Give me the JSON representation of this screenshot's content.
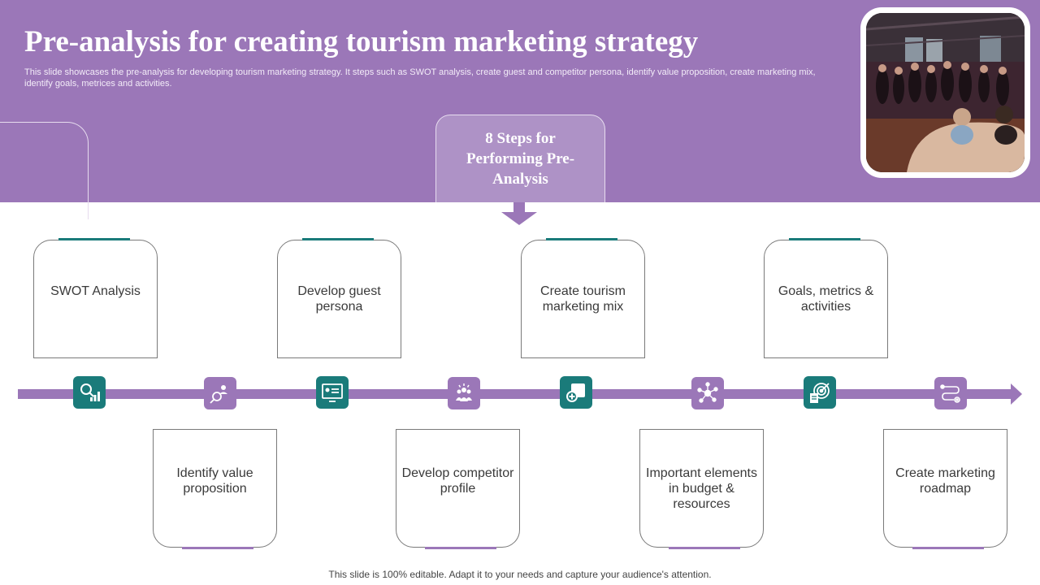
{
  "header": {
    "title": "Pre-analysis for creating tourism marketing strategy",
    "subtitle": "This slide showcases the pre-analysis for developing tourism marketing strategy. It steps such as SWOT analysis, create guest and competitor persona, identify value proposition, create marketing mix, identify goals, metrices and activities."
  },
  "center_label": "8 Steps for Performing Pre-Analysis",
  "steps": [
    {
      "label": "SWOT Analysis",
      "icon": "swot-chart-icon"
    },
    {
      "label": "Identify value proposition",
      "icon": "person-search-icon"
    },
    {
      "label": "Develop guest persona",
      "icon": "profile-card-icon"
    },
    {
      "label": "Develop competitor profile",
      "icon": "team-group-icon"
    },
    {
      "label": "Create tourism marketing mix",
      "icon": "add-square-icon"
    },
    {
      "label": "Important elements in budget & resources",
      "icon": "network-nodes-icon"
    },
    {
      "label": "Goals, metrics & activities",
      "icon": "target-report-icon"
    },
    {
      "label": "Create marketing roadmap",
      "icon": "roadmap-path-icon"
    }
  ],
  "colors": {
    "header": "#9b77b8",
    "teal": "#1a7b7a",
    "purple": "#9b77b8",
    "center_box": "#ae92c6"
  },
  "footer": "This slide is 100% editable. Adapt it to your needs and capture your audience's attention."
}
